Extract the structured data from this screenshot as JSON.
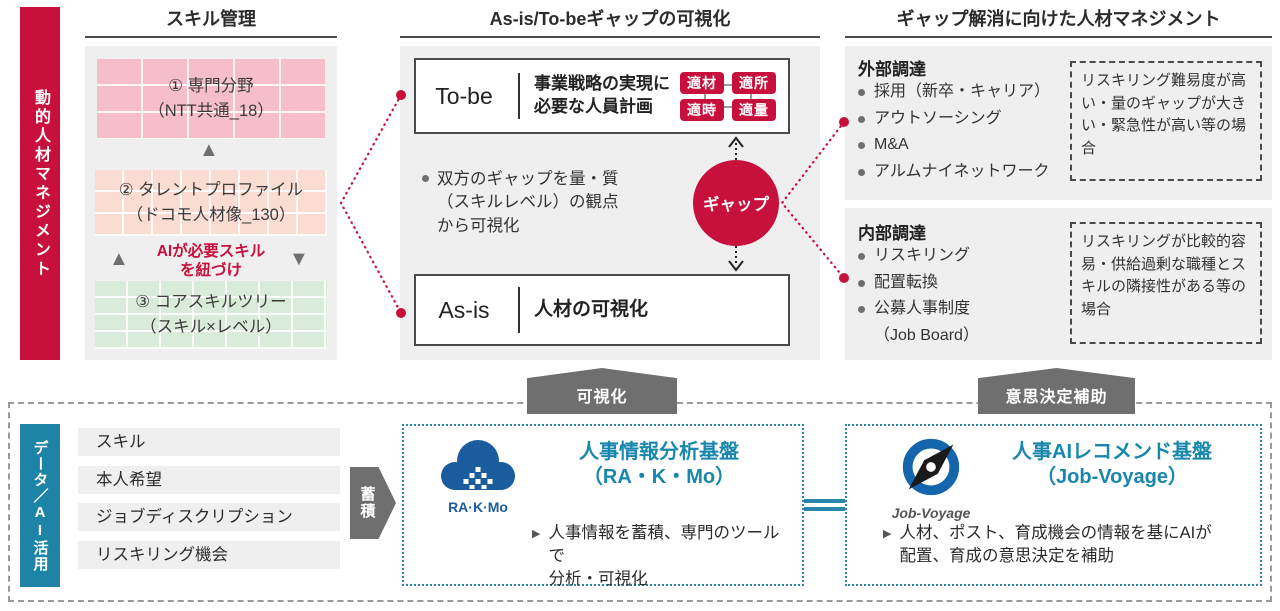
{
  "colors": {
    "accent_red": "#c8103c",
    "teal_bar": "#1d84a8",
    "teal_title": "#1987ad",
    "logo_blue": "#1b5c9e",
    "panel_gray": "#efefef",
    "arrow_gray": "#6f6f6f",
    "box1_pink": "#f6bdca",
    "box2_salmon": "#fbdcd2",
    "box3_green": "#d9ecd9"
  },
  "left_bar": {
    "label": "動的人材マネジメント"
  },
  "skill_management": {
    "title": "スキル管理",
    "box1": {
      "line1": "① 専門分野",
      "line2": "（NTT共通_18）"
    },
    "box2": {
      "line1": "② タレントプロファイル",
      "line2": "（ドコモ人材像_130）"
    },
    "ai_link": {
      "line1": "AIが必要スキル",
      "line2": "を紐づけ"
    },
    "box3": {
      "line1": "③ コアスキルツリー",
      "line2": "（スキル×レベル）"
    }
  },
  "gap_visualization": {
    "title": "As-is/To-beギャップの可視化",
    "tobe": {
      "label": "To-be",
      "desc_line1": "事業戦略の実現に",
      "desc_line2": "必要な人員計画",
      "badges": [
        "適材",
        "適所",
        "適時",
        "適量"
      ]
    },
    "note": {
      "line1": "双方のギャップを量・質",
      "line2": "（スキルレベル）の観点",
      "line3": "から可視化"
    },
    "gap_circle_label": "ギャップ",
    "asis": {
      "label": "As-is",
      "desc": "人材の可視化"
    }
  },
  "gap_resolution": {
    "title": "ギャップ解消に向けた人材マネジメント",
    "external": {
      "heading": "外部調達",
      "items": [
        "採用（新卒・キャリア）",
        "アウトソーシング",
        "M&A",
        "アルムナイネットワーク"
      ],
      "note": "リスキリング難易度が高い・量のギャップが大きい・緊急性が高い等の場合"
    },
    "internal": {
      "heading": "内部調達",
      "items": [
        "リスキリング",
        "配置転換",
        "公募人事制度",
        "（Job Board）"
      ],
      "note": "リスキリングが比較的容易・供給過剰な職種とスキルの隣接性がある等の場合"
    }
  },
  "flow_labels": {
    "visualization": "可視化",
    "decision_support": "意思決定補助",
    "accumulate": "蓄積"
  },
  "data_ai": {
    "bar_label": "データ／AI活用",
    "items": [
      "スキル",
      "本人希望",
      "ジョブディスクリプション",
      "リスキリング機会"
    ],
    "rakmo": {
      "logo_text": "RA·K·Mo",
      "title_line1": "人事情報分析基盤",
      "title_line2": "（RA・K・Mo）",
      "desc_line1": "人事情報を蓄積、専門のツールで",
      "desc_line2": "分析・可視化"
    },
    "jobvoyage": {
      "logo_text": "Job-Voyage",
      "title_line1": "人事AIレコメンド基盤",
      "title_line2": "（Job-Voyage）",
      "desc_line1": "人材、ポスト、育成機会の情報を基にAIが",
      "desc_line2": "配置、育成の意思決定を補助"
    }
  }
}
